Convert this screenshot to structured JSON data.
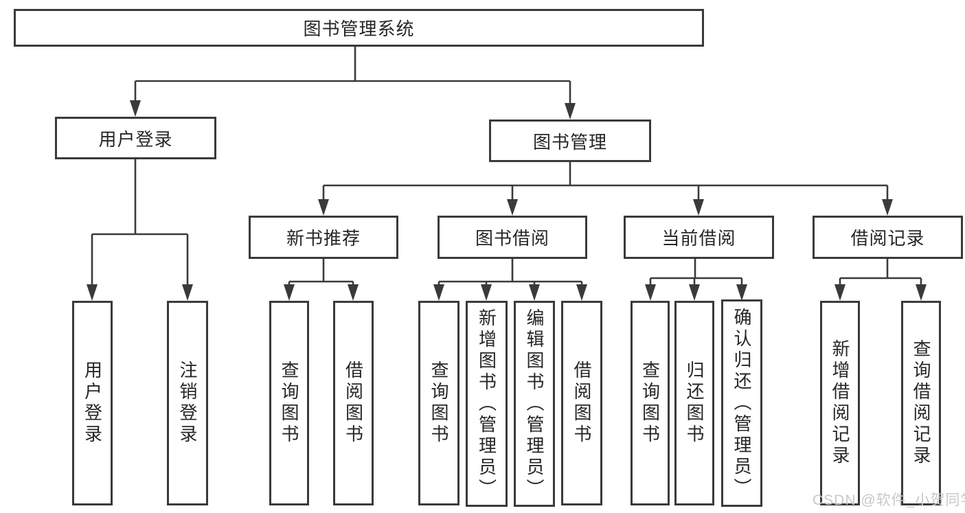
{
  "tree": {
    "root": "图书管理系统",
    "children": [
      {
        "label": "用户登录",
        "children": [
          {
            "label": "用户登录"
          },
          {
            "label": "注销登录"
          }
        ]
      },
      {
        "label": "图书管理",
        "children": [
          {
            "label": "新书推荐",
            "children": [
              {
                "label": "查询图书"
              },
              {
                "label": "借阅图书"
              }
            ]
          },
          {
            "label": "图书借阅",
            "children": [
              {
                "label": "查询图书"
              },
              {
                "label": "新增图书（管理员）"
              },
              {
                "label": "编辑图书（管理员）"
              },
              {
                "label": "借阅图书"
              }
            ]
          },
          {
            "label": "当前借阅",
            "children": [
              {
                "label": "查询图书"
              },
              {
                "label": "归还图书"
              },
              {
                "label": "确认归还（管理员）"
              }
            ]
          },
          {
            "label": "借阅记录",
            "children": [
              {
                "label": "新增借阅记录"
              },
              {
                "label": "查询借阅记录"
              }
            ]
          }
        ]
      }
    ]
  },
  "watermark": {
    "text": "CSDN @软件_小贺同学"
  },
  "colors": {
    "line": "#3a3a3a",
    "text": "#262626",
    "watermark": "#c8c8c8",
    "background": "#ffffff"
  }
}
